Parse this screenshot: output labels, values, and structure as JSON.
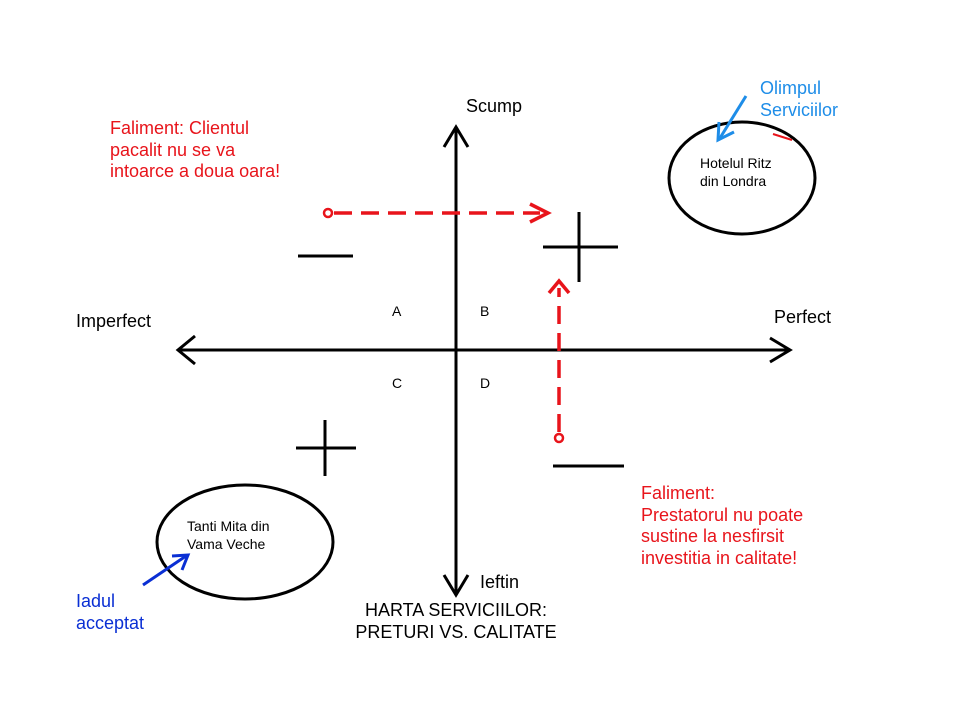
{
  "axes": {
    "top": "Scump",
    "bottom": "Ieftin",
    "left": "Imperfect",
    "right": "Perfect"
  },
  "quadrants": {
    "a": "A",
    "b": "B",
    "c": "C",
    "d": "D"
  },
  "notes": {
    "top_left": "Faliment: Clientul\npacalit nu se va\nintoarce a doua oara!",
    "bottom_right": "Faliment:\nPrestatorul nu poate\nsustine la nesfirsit\ninvestitia in calitate!",
    "olimpul": "Olimpul\nServiciilor",
    "iadul": "Iadul\nacceptat"
  },
  "circles": {
    "hotel": "Hotelul Ritz\ndin Londra",
    "tanti": "Tanti Mita din\nVama Veche"
  },
  "title": "HARTA SERVICIILOR:\nPRETURI  VS. CALITATE",
  "colors": {
    "red": "#e8141b",
    "blue": "#0a2fd4",
    "lightblue": "#1e8de8",
    "black": "#000000"
  }
}
